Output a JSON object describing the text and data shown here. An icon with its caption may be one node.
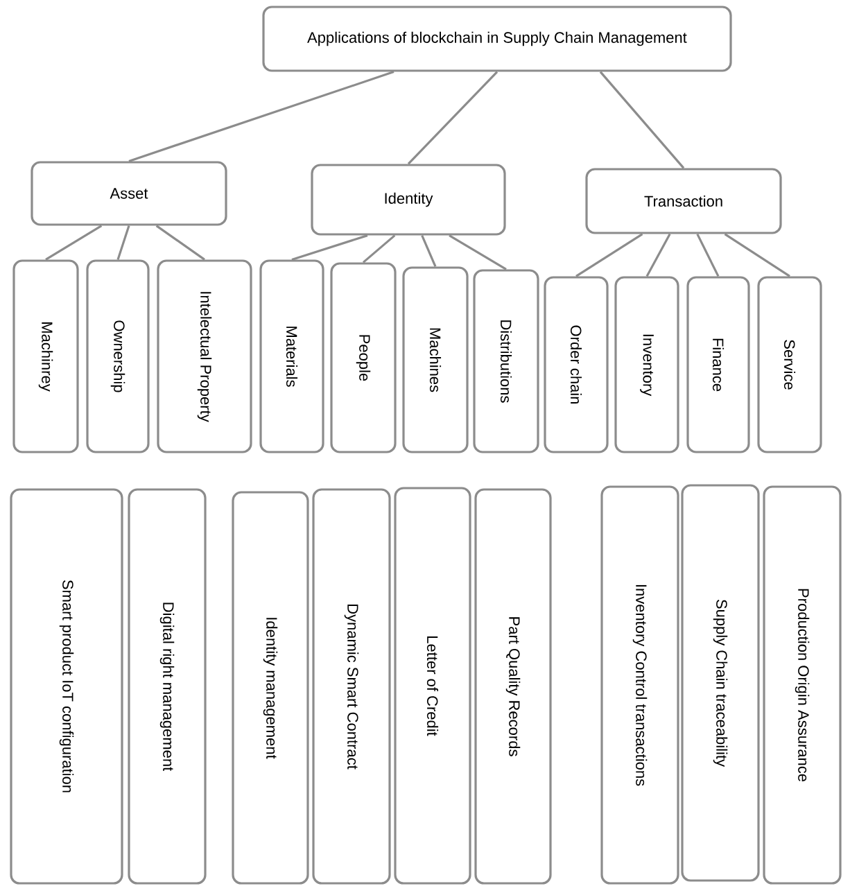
{
  "diagram": {
    "nodes": [
      {
        "text": [
          "Applications of blockchain in Supply Chain Management"
        ]
      },
      {
        "text": [
          "Asset"
        ]
      },
      {
        "text": [
          "Identity"
        ]
      },
      {
        "text": [
          "Transaction"
        ]
      },
      {
        "text": [
          "Machinrey"
        ]
      },
      {
        "text": [
          "Ownership"
        ]
      },
      {
        "text": [
          "Intelectual Property"
        ]
      },
      {
        "text": [
          "Materials"
        ]
      },
      {
        "text": [
          "People"
        ]
      },
      {
        "text": [
          "Machines"
        ]
      },
      {
        "text": [
          "Distributions"
        ]
      },
      {
        "text": [
          "Order chain"
        ]
      },
      {
        "text": [
          "Inventory"
        ]
      },
      {
        "text": [
          "Finance"
        ]
      },
      {
        "text": [
          "Service"
        ]
      },
      {
        "text": [
          "Smart product IoT configuration"
        ]
      },
      {
        "text": [
          "Digital right management"
        ]
      },
      {
        "text": [
          "Identity management"
        ]
      },
      {
        "text": [
          "Dynamic Smart Contract"
        ]
      },
      {
        "text": [
          "Letter of Credit"
        ]
      },
      {
        "text": [
          "Part Quality Records"
        ]
      },
      {
        "text": [
          "Inventory Control transactions"
        ]
      },
      {
        "text": [
          "Supply Chain traceability"
        ]
      },
      {
        "text": [
          "Production Origin Assurance"
        ]
      }
    ],
    "edges": [
      {
        "from": 0,
        "to": 1,
        "arrow": "none"
      },
      {
        "from": 0,
        "to": 2,
        "arrow": "none"
      },
      {
        "from": 0,
        "to": 3,
        "arrow": "none"
      },
      {
        "from": 1,
        "to": 4,
        "arrow": "none"
      },
      {
        "from": 1,
        "to": 5,
        "arrow": "none"
      },
      {
        "from": 1,
        "to": 6,
        "arrow": "none"
      },
      {
        "from": 2,
        "to": 7,
        "arrow": "none"
      },
      {
        "from": 2,
        "to": 8,
        "arrow": "none"
      },
      {
        "from": 2,
        "to": 9,
        "arrow": "none"
      },
      {
        "from": 2,
        "to": 10,
        "arrow": "none"
      },
      {
        "from": 3,
        "to": 11,
        "arrow": "none"
      },
      {
        "from": 3,
        "to": 12,
        "arrow": "none"
      },
      {
        "from": 3,
        "to": 13,
        "arrow": "none"
      },
      {
        "from": 3,
        "to": 14,
        "arrow": "none"
      }
    ]
  }
}
